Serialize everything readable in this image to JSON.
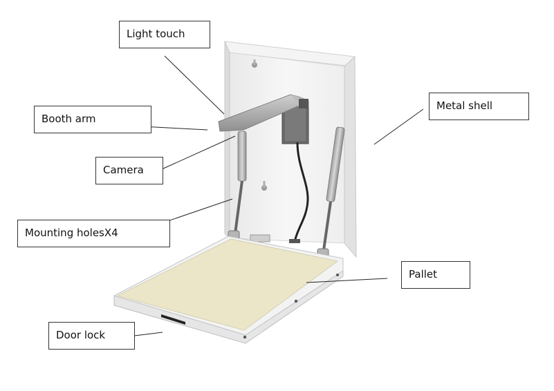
{
  "labels": {
    "light_touch": "Light touch",
    "booth_arm": "Booth arm",
    "camera": "Camera",
    "mounting_holes": "Mounting holesX4",
    "metal_shell": "Metal shell",
    "pallet": "Pallet",
    "door_lock": "Door lock"
  },
  "colors": {
    "shell": "#f1f1f1",
    "shell_edge": "#cfcfcf",
    "pallet_top": "#ebe6c8",
    "pallet_side": "#e4e4e4",
    "arm": "#a8a8a8",
    "leader_line": "#222222"
  }
}
